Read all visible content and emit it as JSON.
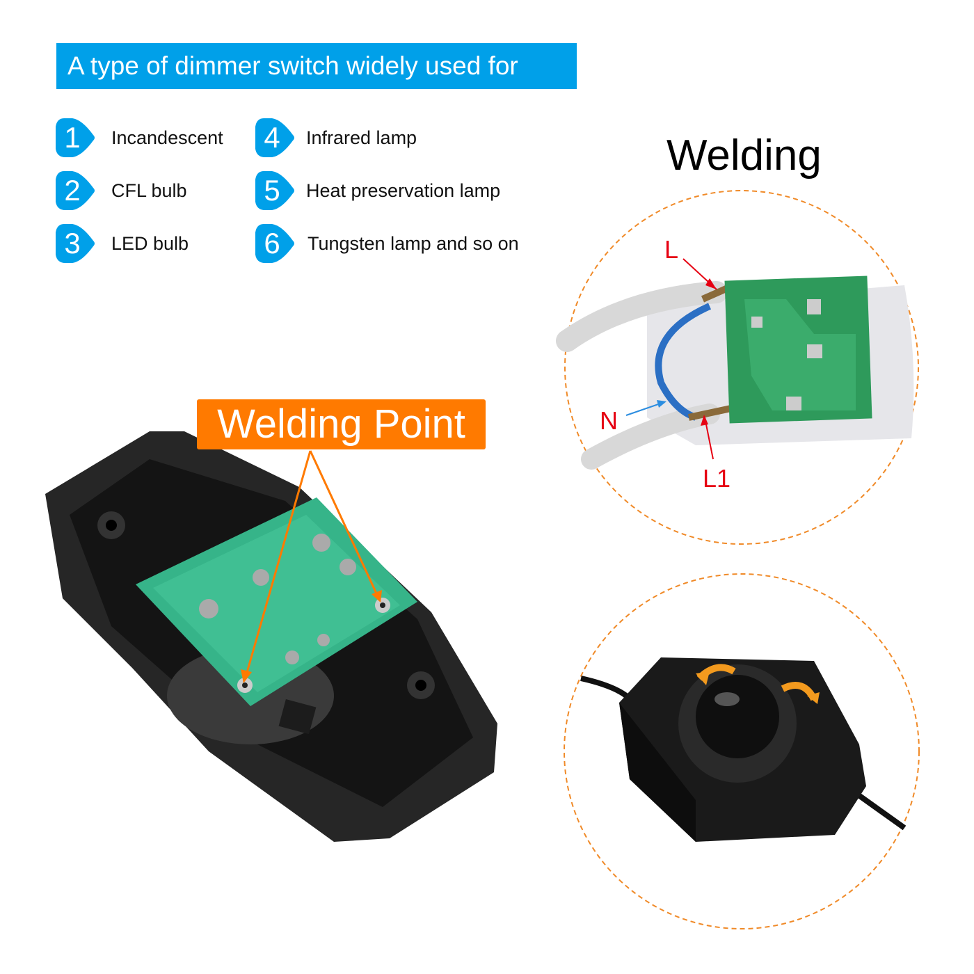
{
  "banner": {
    "title": "A type of dimmer switch widely used for"
  },
  "uses": [
    {
      "num": "1",
      "label": "Incandescent"
    },
    {
      "num": "2",
      "label": "CFL bulb"
    },
    {
      "num": "3",
      "label": "LED bulb"
    },
    {
      "num": "4",
      "label": "Infrared lamp"
    },
    {
      "num": "5",
      "label": "Heat preservation lamp"
    },
    {
      "num": "6",
      "label": "Tungsten lamp and so on"
    }
  ],
  "welding": {
    "title": "Welding",
    "labels": {
      "l": "L",
      "n": "N",
      "l1": "L1"
    }
  },
  "welding_point": {
    "label": "Welding Point"
  },
  "colors": {
    "accent_blue": "#00a0e9",
    "accent_orange": "#ff7a00",
    "wire_label_red": "#e60012"
  }
}
